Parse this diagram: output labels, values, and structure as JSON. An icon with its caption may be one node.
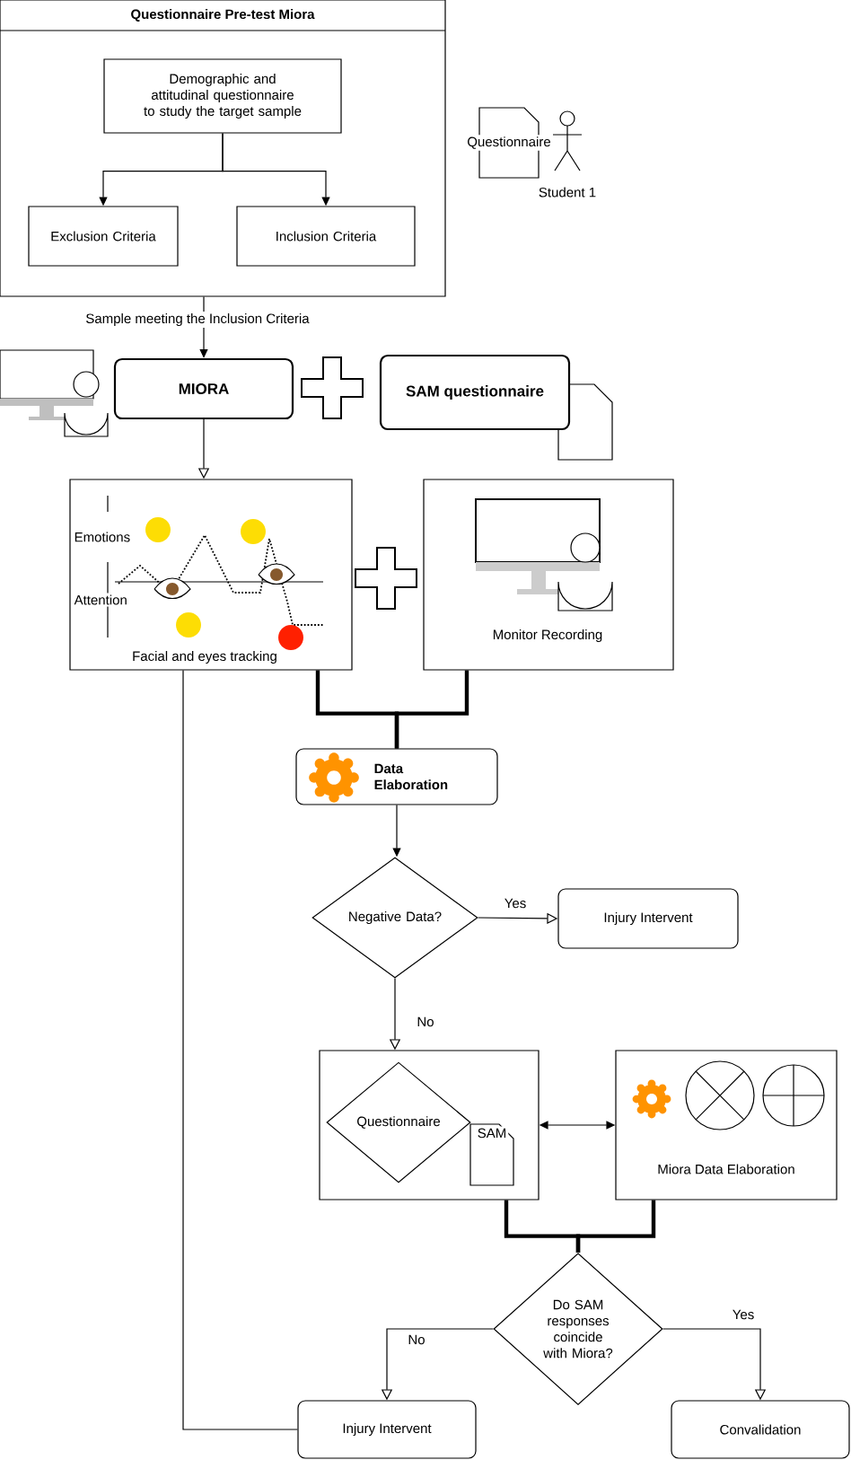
{
  "diagram": {
    "nodes": [
      {
        "text": [
          "Questionnaire Pre-test Miora"
        ]
      },
      {
        "text": [
          "Demographic and attitudinal questionnaire to study the target sample"
        ],
        "in": 0
      },
      {
        "text": [
          "Exclusion Criteria"
        ],
        "in": 0
      },
      {
        "text": [
          "Inclusion Criteria"
        ],
        "in": 0
      },
      {
        "text": [
          "Questionnaire"
        ]
      },
      {
        "text": [
          "Student 1"
        ]
      },
      {
        "text": [
          "MIORA"
        ]
      },
      {
        "text": [
          "SAM questionnaire"
        ]
      },
      {
        "text": [
          "Emotions",
          "Attention",
          "Facial and eyes tracking"
        ]
      },
      {
        "text": [
          "Monitor Recording"
        ]
      },
      {
        "text": [
          "Data Elaboration"
        ]
      },
      {
        "text": [
          "Negative Data?"
        ]
      },
      {
        "text": [
          "Injury Intervent"
        ]
      },
      {
        "text": [],
        "shape": "box"
      },
      {
        "text": [
          "Questionnaire"
        ],
        "in": 13
      },
      {
        "text": [
          "SAM"
        ],
        "in": 13
      },
      {
        "text": [
          "Miora Data Elaboration"
        ]
      },
      {
        "text": [
          "Do SAM responses coincide with Miora?"
        ]
      },
      {
        "text": [
          "Injury Intervent"
        ]
      },
      {
        "text": [
          "Convalidation"
        ]
      }
    ],
    "edges": [
      {
        "from": 1,
        "to": 2,
        "arrow": "to"
      },
      {
        "from": 1,
        "to": 3,
        "arrow": "to"
      },
      {
        "from": 0,
        "to": 6,
        "arrow": "to",
        "label": "Sample meeting the Inclusion Criteria"
      },
      {
        "from": 6,
        "to": 8,
        "arrow": "to"
      },
      {
        "from": 8,
        "to": 10,
        "arrow": "none",
        "style": "thick"
      },
      {
        "from": 9,
        "to": 10,
        "arrow": "none",
        "style": "thick"
      },
      {
        "from": 10,
        "to": 11,
        "arrow": "to"
      },
      {
        "from": 11,
        "to": 12,
        "arrow": "to",
        "label": "Yes"
      },
      {
        "from": 11,
        "to": 13,
        "arrow": "to",
        "label": "No"
      },
      {
        "from": 13,
        "to": 16,
        "arrow": "both"
      },
      {
        "from": 13,
        "to": 17,
        "arrow": "none",
        "style": "thick"
      },
      {
        "from": 16,
        "to": 17,
        "arrow": "none",
        "style": "thick"
      },
      {
        "from": 17,
        "to": 18,
        "arrow": "to",
        "label": "No"
      },
      {
        "from": 17,
        "to": 19,
        "arrow": "to",
        "label": "Yes"
      },
      {
        "from": 8,
        "to": 18,
        "arrow": "none"
      }
    ]
  }
}
